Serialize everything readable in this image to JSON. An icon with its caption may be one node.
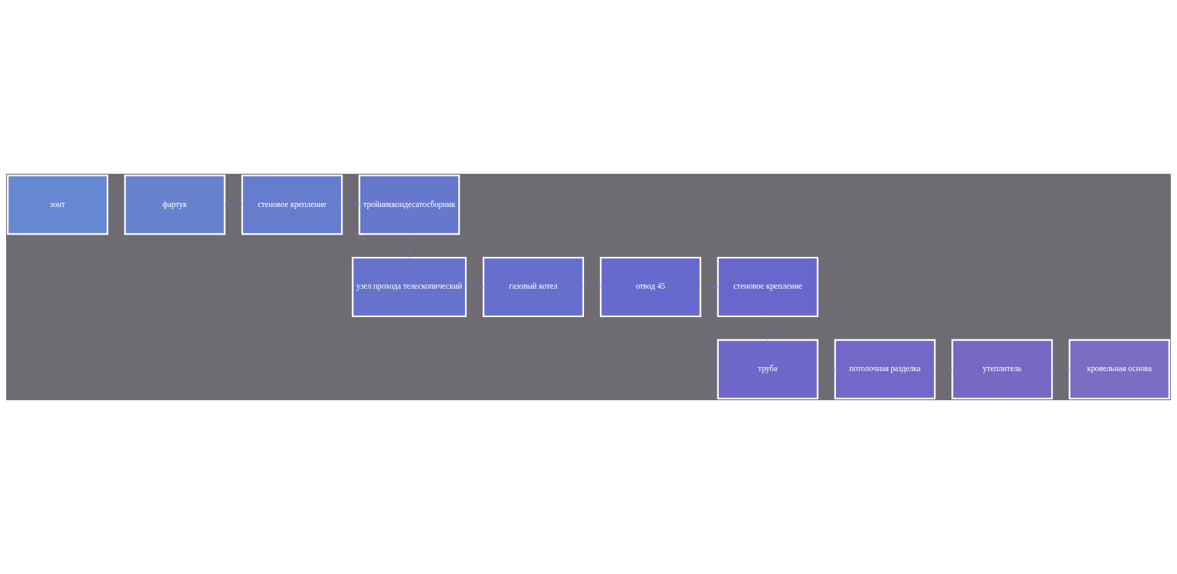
{
  "diagram": {
    "nodes": [
      {
        "text": [
          "зонт"
        ]
      },
      {
        "text": [
          "фартук"
        ]
      },
      {
        "text": [
          "стеновое крепление"
        ]
      },
      {
        "text": [
          "тройниккондесатосборник"
        ]
      },
      {
        "text": [
          "узел прохода телескопический"
        ]
      },
      {
        "text": [
          "газовый котел"
        ]
      },
      {
        "text": [
          "отвод 45"
        ]
      },
      {
        "text": [
          "стеновое крепление"
        ]
      },
      {
        "text": [
          "труба"
        ]
      },
      {
        "text": [
          "потолочная разделка"
        ]
      },
      {
        "text": [
          "утеплитель"
        ]
      },
      {
        "text": [
          "кровельная основа"
        ]
      }
    ],
    "edges": [
      {
        "from": 1,
        "to": 2,
        "arrow": "to"
      },
      {
        "from": 2,
        "to": 3,
        "arrow": "to"
      },
      {
        "from": 3,
        "to": 4,
        "arrow": "to"
      },
      {
        "from": 4,
        "to": 5,
        "arrow": "to"
      },
      {
        "from": 5,
        "to": 6,
        "arrow": "to"
      },
      {
        "from": 6,
        "to": 7,
        "arrow": "to"
      },
      {
        "from": 7,
        "to": 8,
        "arrow": "to"
      },
      {
        "from": 8,
        "to": 9,
        "arrow": "to"
      },
      {
        "from": 9,
        "to": 10,
        "arrow": "to"
      },
      {
        "from": 10,
        "to": 11,
        "arrow": "to"
      }
    ]
  }
}
